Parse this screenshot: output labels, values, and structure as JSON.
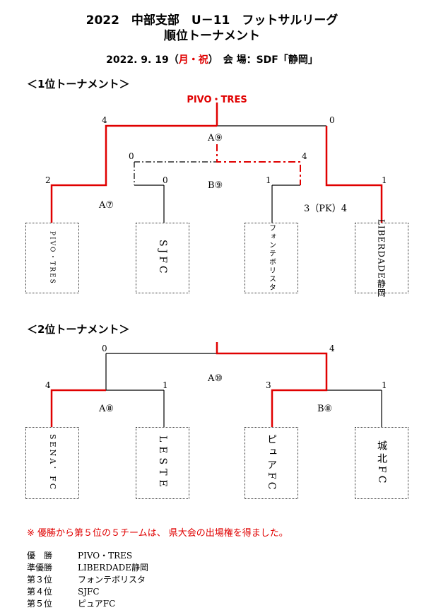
{
  "header": {
    "title_line1": "2022　中部支部　U－11　フットサルリーグ",
    "title_line2": "順位トーナメント",
    "date_prefix": "2022. 9. 19（",
    "date_holiday": "月・祝",
    "date_suffix": "）　会 場：SDF「静岡」"
  },
  "t1": {
    "heading": "＜1位トーナメント＞",
    "champion": "PIVO・TRES",
    "final_label": "A⑨",
    "final_left": "4",
    "final_right": "0",
    "semi_label": "B⑨",
    "semi_left": "0",
    "semi_right": "4",
    "q1_label": "A⑦",
    "q1_left": "2",
    "q1_right": "0",
    "q2_label": "3（PK）4",
    "q2_left": "1",
    "q2_right": "1",
    "teams": [
      "PIVO・TRES",
      "SJFC",
      "フォンテボリスタ",
      "LIBERDADE静岡"
    ]
  },
  "t2": {
    "heading": "＜2位トーナメント＞",
    "final_label": "A⑩",
    "final_left": "0",
    "final_right": "4",
    "q1_label": "A⑧",
    "q1_left": "4",
    "q1_right": "1",
    "q2_label": "B⑧",
    "q2_left": "3",
    "q2_right": "1",
    "teams": [
      "SENA．FC",
      "LESTE",
      "ピュアFC",
      "城北FC"
    ]
  },
  "note": "※ 優勝から第５位の５チームは、 県大会の出場権を得ました。",
  "results": [
    {
      "place": "優　勝",
      "team": "PIVO・TRES"
    },
    {
      "place": "準優勝",
      "team": "LIBERDADE静岡"
    },
    {
      "place": "第３位",
      "team": "フォンテボリスタ"
    },
    {
      "place": "第４位",
      "team": "SJFC"
    },
    {
      "place": "第５位",
      "team": "ピュアFC"
    }
  ],
  "colors": {
    "winner": "#e00000",
    "line": "#000000"
  }
}
